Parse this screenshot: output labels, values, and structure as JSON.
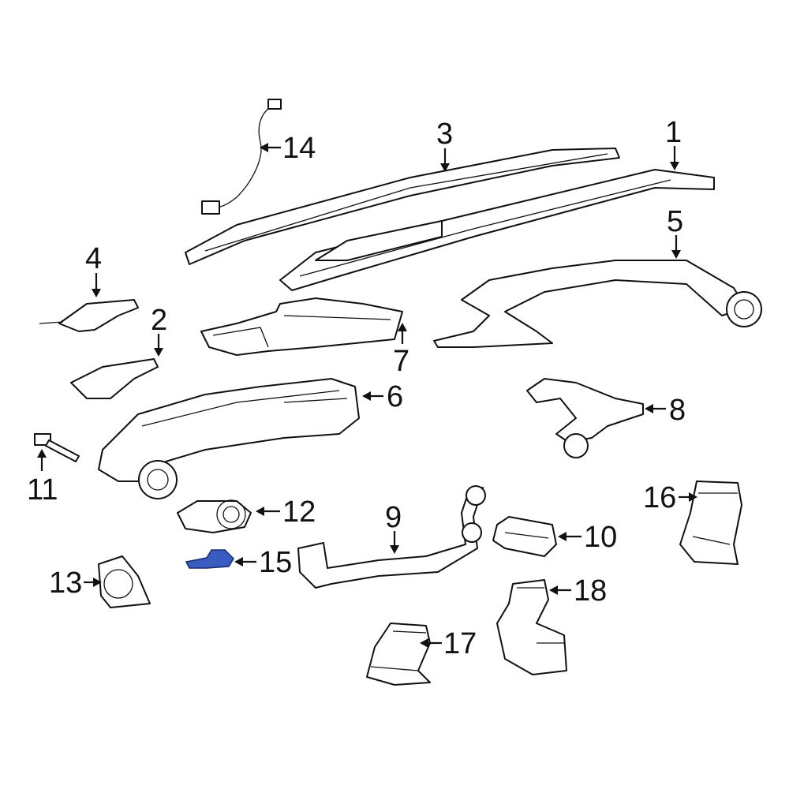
{
  "diagram": {
    "highlight_color": "#3a5bc0",
    "callouts": [
      {
        "id": "c1",
        "label": "1"
      },
      {
        "id": "c2",
        "label": "2"
      },
      {
        "id": "c3",
        "label": "3"
      },
      {
        "id": "c4",
        "label": "4"
      },
      {
        "id": "c5",
        "label": "5"
      },
      {
        "id": "c6",
        "label": "6"
      },
      {
        "id": "c7",
        "label": "7"
      },
      {
        "id": "c8",
        "label": "8"
      },
      {
        "id": "c9",
        "label": "9"
      },
      {
        "id": "c10",
        "label": "10"
      },
      {
        "id": "c11",
        "label": "11"
      },
      {
        "id": "c12",
        "label": "12"
      },
      {
        "id": "c13",
        "label": "13"
      },
      {
        "id": "c14",
        "label": "14"
      },
      {
        "id": "c15",
        "label": "15"
      },
      {
        "id": "c16",
        "label": "16"
      },
      {
        "id": "c17",
        "label": "17"
      },
      {
        "id": "c18",
        "label": "18"
      }
    ]
  }
}
